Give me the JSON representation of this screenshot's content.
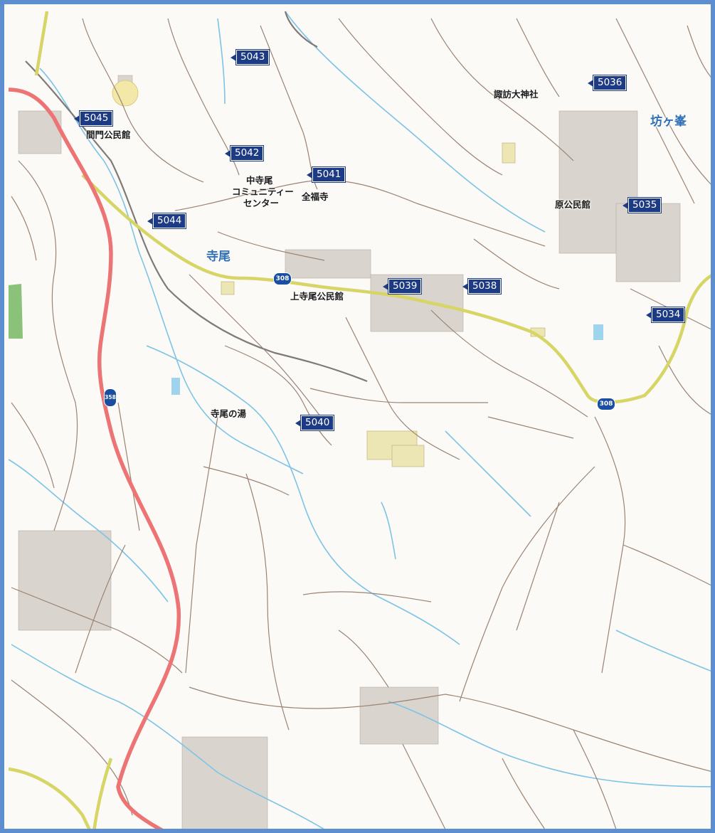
{
  "map": {
    "colors": {
      "frame": "#5d8fd0",
      "background": "#fbfaf6",
      "road": "#9b8374",
      "river": "#7cc3e6",
      "national_road": "#ec7474",
      "prefectural_road": "#d6d565",
      "building": "#d8d4ce",
      "label_box": "#1d3a84",
      "area_text": "#2f6fb6"
    },
    "area_names": [
      "寺尾",
      "坊ヶ峯"
    ],
    "codes": [
      "5043",
      "5036",
      "5045",
      "5042",
      "5041",
      "5044",
      "5035",
      "5039",
      "5038",
      "5034",
      "5040"
    ],
    "places": [
      "諏訪大神社",
      "間門公民館",
      "中寺尾",
      "コミュニティー",
      "センター",
      "全福寺",
      "原公民館",
      "上寺尾公民館",
      "寺尾の湯"
    ],
    "routes": [
      "308",
      "358",
      "308"
    ]
  }
}
